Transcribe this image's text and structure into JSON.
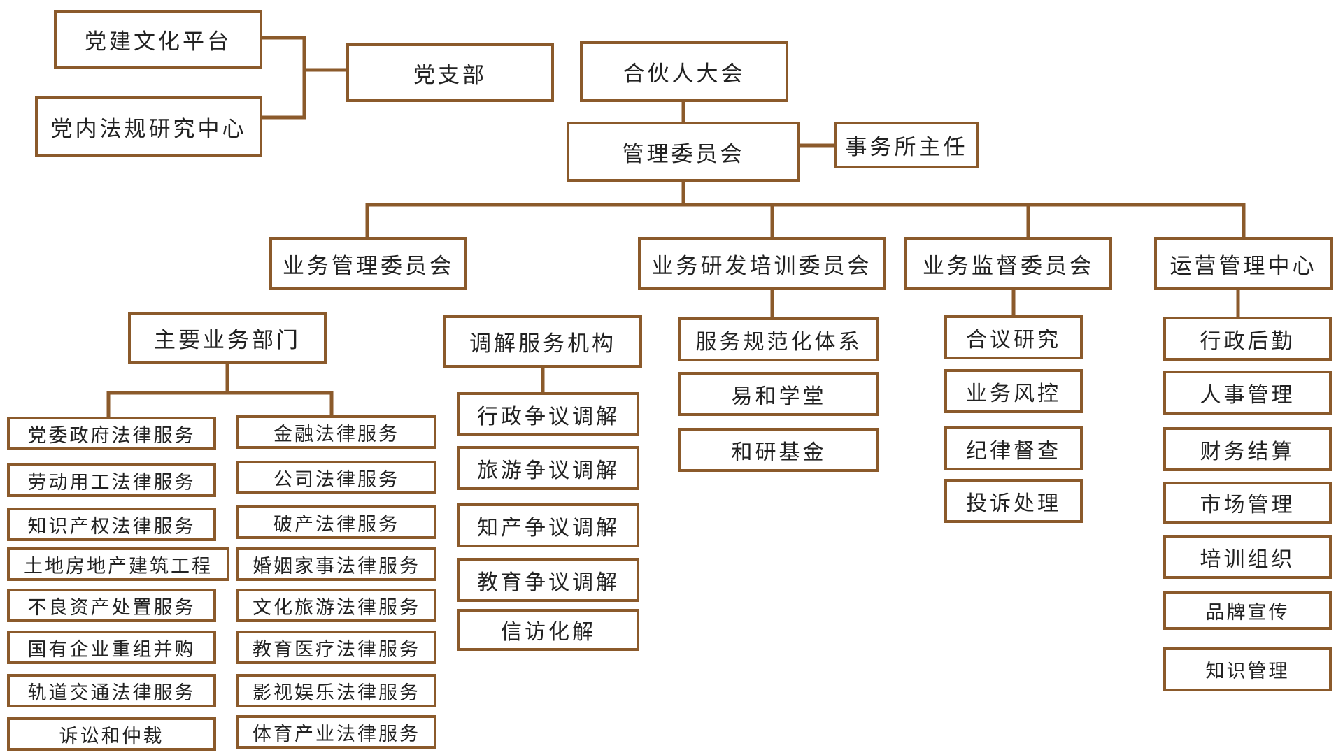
{
  "colors": {
    "box_border": "#8b5a2b",
    "connector": "#8b5a2b",
    "text": "#222222",
    "background": "#ffffff"
  },
  "party": {
    "culture_platform": "党建文化平台",
    "regulation_center": "党内法规研究中心",
    "branch": "党支部"
  },
  "top": {
    "partners_assembly": "合伙人大会",
    "management_committee": "管理委员会",
    "firm_director": "事务所主任"
  },
  "committees": {
    "business_management": "业务管理委员会",
    "rd_training": "业务研发培训委员会",
    "supervision": "业务监督委员会",
    "operations_center": "运营管理中心"
  },
  "main_departments": {
    "title": "主要业务部门",
    "left_items": [
      "党委政府法律服务",
      "劳动用工法律服务",
      "知识产权法律服务",
      "土地房地产建筑工程",
      "不良资产处置服务",
      "国有企业重组并购",
      "轨道交通法律服务",
      "诉讼和仲裁"
    ],
    "right_items": [
      "金融法律服务",
      "公司法律服务",
      "破产法律服务",
      "婚姻家事法律服务",
      "文化旅游法律服务",
      "教育医疗法律服务",
      "影视娱乐法律服务",
      "体育产业法律服务"
    ]
  },
  "mediation": {
    "title": "调解服务机构",
    "items": [
      "行政争议调解",
      "旅游争议调解",
      "知产争议调解",
      "教育争议调解",
      "信访化解"
    ]
  },
  "rd_training_items": [
    "服务规范化体系",
    "易和学堂",
    "和研基金"
  ],
  "supervision_items": [
    "合议研究",
    "业务风控",
    "纪律督查",
    "投诉处理"
  ],
  "operations_items": [
    "行政后勤",
    "人事管理",
    "财务结算",
    "市场管理",
    "培训组织",
    "品牌宣传",
    "知识管理"
  ]
}
